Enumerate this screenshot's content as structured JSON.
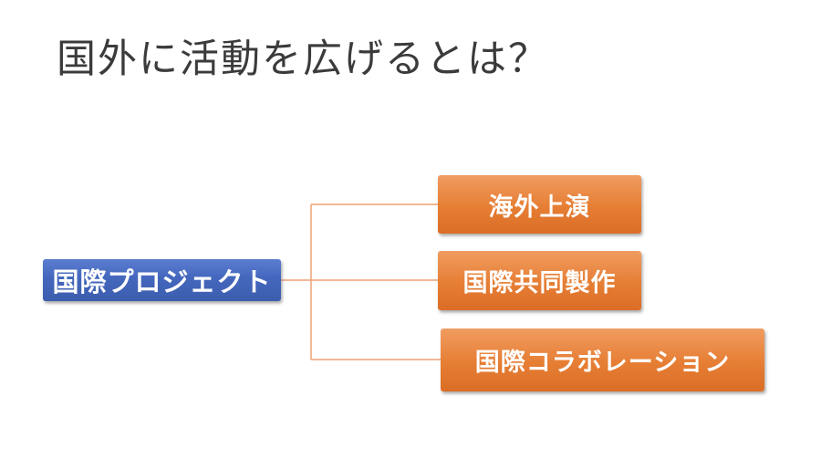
{
  "slide": {
    "title": "国外に活動を広げるとは？"
  },
  "diagram": {
    "root": {
      "label": "国際プロジェクト"
    },
    "children": [
      {
        "label": "海外上演"
      },
      {
        "label": "国際共同製作"
      },
      {
        "label": "国際コラボレーション"
      }
    ],
    "colors": {
      "title_color": "#3b3b3b",
      "root_fill_top": "#5b7dd1",
      "root_fill_bottom": "#3c5dae",
      "child_fill_top": "#f09c61",
      "child_fill_bottom": "#db6d26",
      "connector": "#efa273",
      "node_text": "#ffffff"
    }
  }
}
